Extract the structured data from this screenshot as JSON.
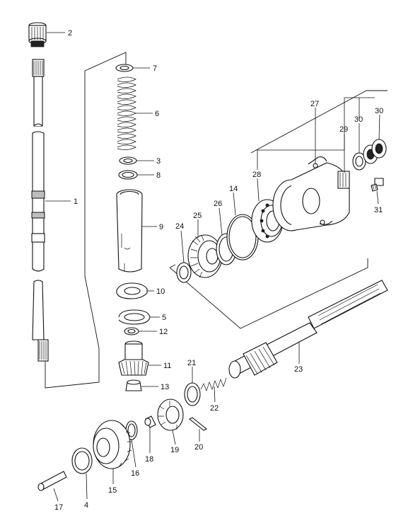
{
  "callouts": {
    "p1": "1",
    "p2": "2",
    "p3": "3",
    "p4": "4",
    "p5": "5",
    "p6": "6",
    "p7": "7",
    "p8": "8",
    "p9": "9",
    "p10": "10",
    "p11": "11",
    "p12": "12",
    "p13": "13",
    "p14": "14",
    "p15": "15",
    "p16": "16",
    "p17": "17",
    "p18": "18",
    "p19": "19",
    "p20": "20",
    "p21": "21",
    "p22": "22",
    "p23": "23",
    "p24": "24",
    "p25": "25",
    "p26": "26",
    "p27": "27",
    "p28": "28",
    "p29": "29",
    "p30a": "30",
    "p30b": "30",
    "p31": "31"
  }
}
